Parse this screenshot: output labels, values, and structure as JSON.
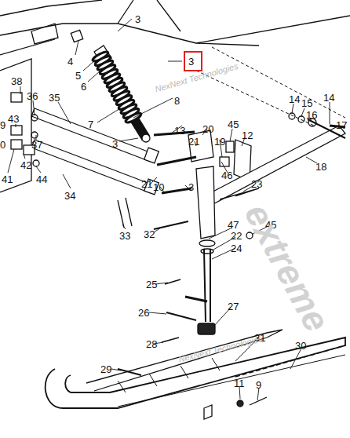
{
  "diagram": {
    "labels": [
      "3",
      "4",
      "5",
      "6",
      "3",
      "8",
      "7",
      "3",
      "38",
      "36",
      "35",
      "9",
      "43",
      "37",
      "0",
      "42",
      "44",
      "41",
      "34",
      "33",
      "13",
      "20",
      "21",
      "45",
      "19",
      "12",
      "14",
      "15",
      "16",
      "14",
      "17",
      "18",
      "21",
      "10",
      "3",
      "46",
      "23",
      "32",
      "47",
      "22",
      "45",
      "24",
      "25",
      "26",
      "27",
      "28",
      "31",
      "30",
      "29",
      "11",
      "9",
      "NexNext Technologies",
      "NexNext Technologies",
      "extreme"
    ]
  }
}
